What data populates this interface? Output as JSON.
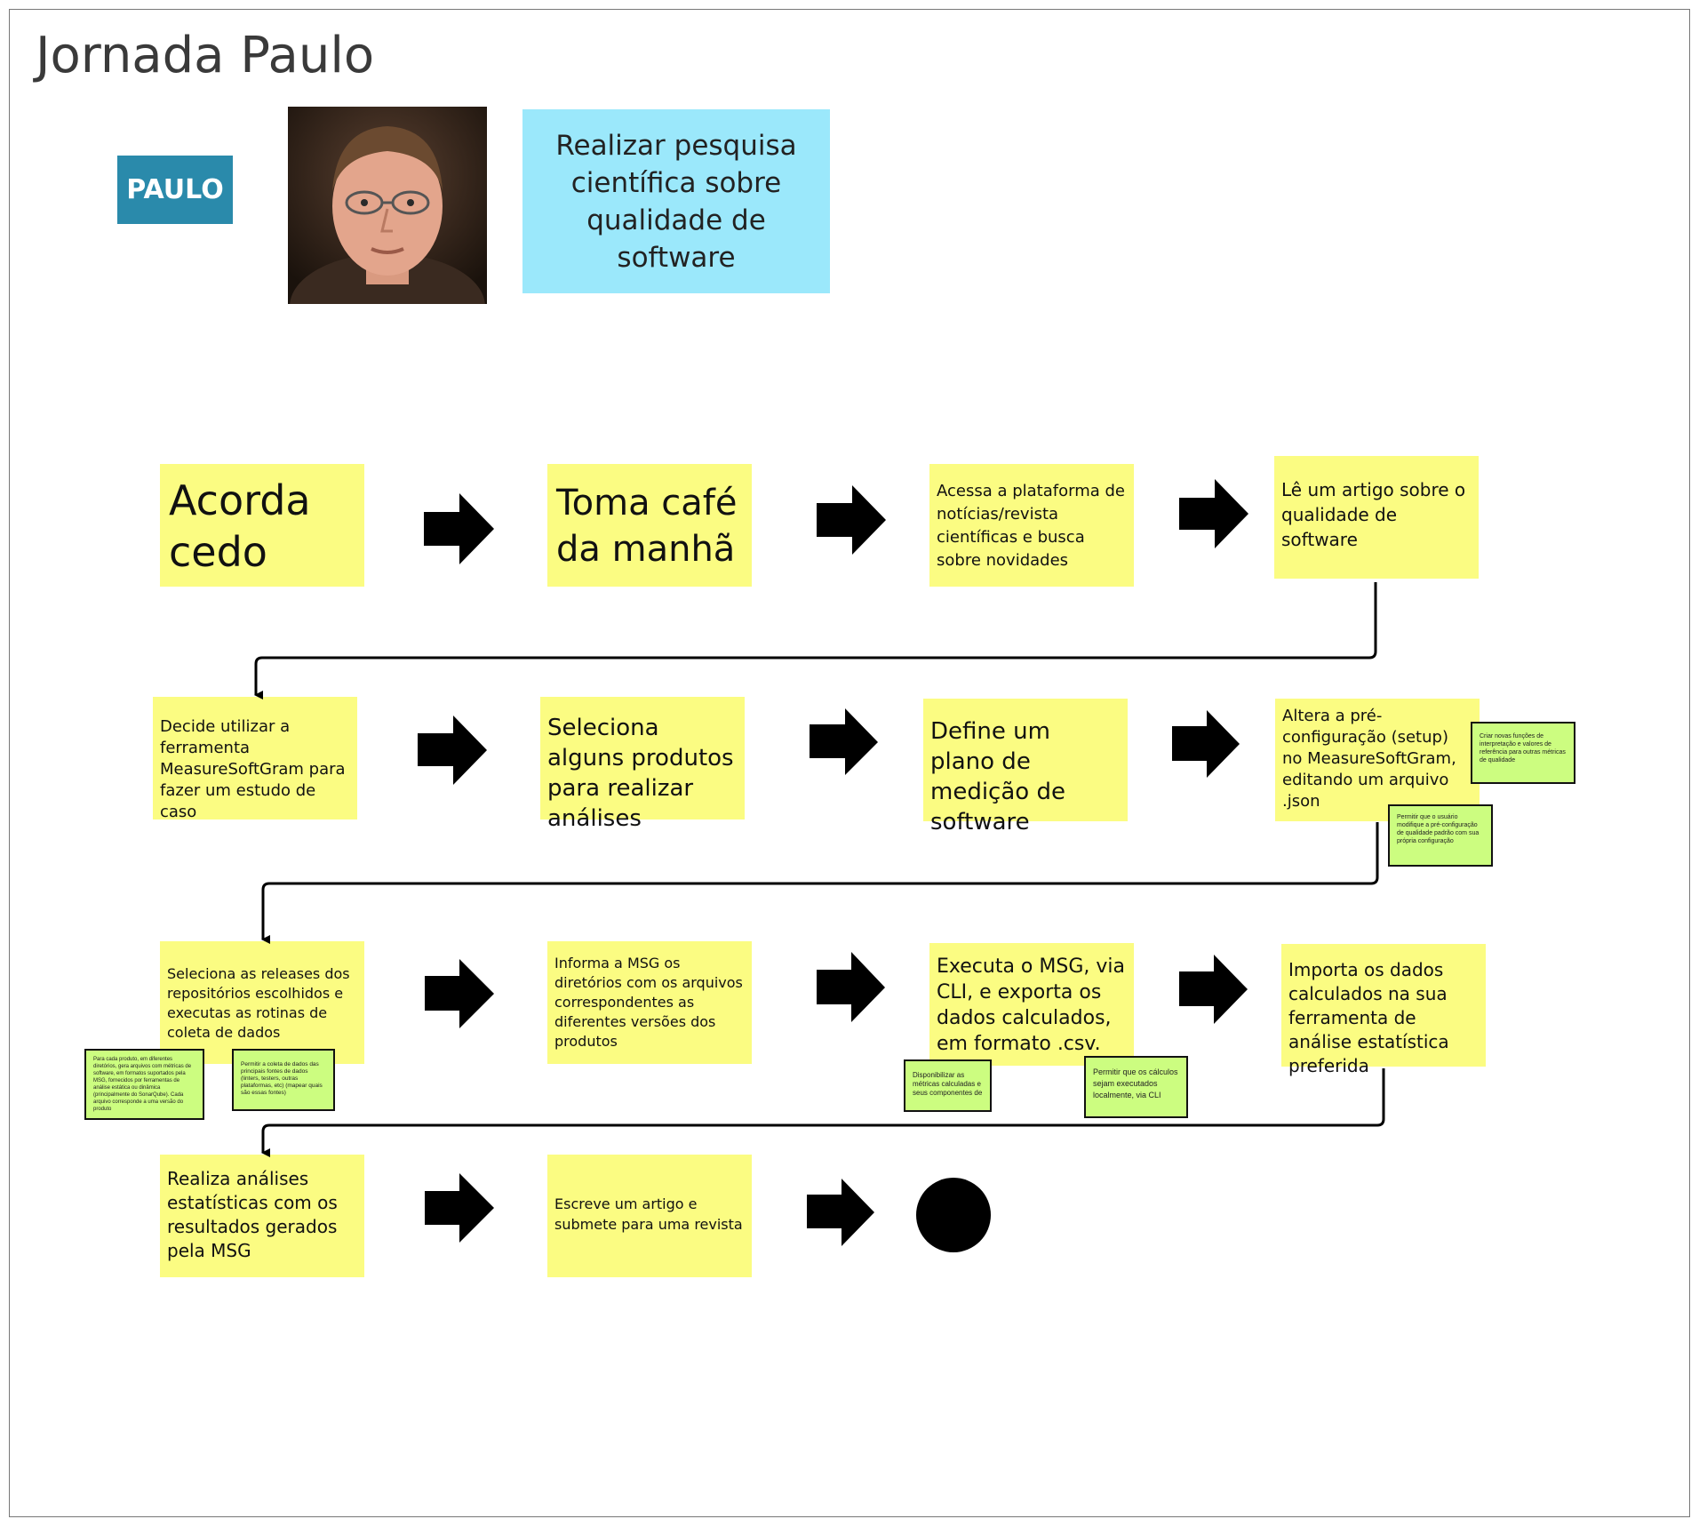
{
  "title": "Jornada Paulo",
  "persona": {
    "badge": "PAULO",
    "goal": "Realizar pesquisa científica sobre qualidade de software"
  },
  "steps": [
    "Acorda cedo",
    "Toma café da manhã",
    "Acessa a plataforma de notícias/revista científicas e busca sobre novidades",
    "Lê um artigo sobre o qualidade de software",
    "Decide utilizar a ferramenta MeasureSoftGram para fazer um estudo de caso",
    "Seleciona alguns produtos para realizar análises",
    "Define um plano de medição de software",
    "Altera a pré-configuração (setup) no MeasureSoftGram, editando um arquivo .json",
    "Seleciona as releases dos repositórios escolhidos e executas as rotinas de coleta de dados",
    "Informa a MSG os diretórios com os arquivos correspondentes as diferentes versões dos produtos",
    "Executa o MSG, via CLI, e exporta os dados calculados, em formato .csv.",
    "Importa os dados calculados na sua ferramenta de análise estatística preferida",
    "Realiza análises estatísticas com os resultados gerados pela MSG",
    "Escreve um artigo e submete para uma revista"
  ],
  "notes": [
    "Criar novas funções de interpretação e valores de referência para outras métricas de qualidade",
    "Permitir que o usuário modifique a pré-configuração de qualidade padrão com sua própria configuração",
    "Para cada produto, em diferentes diretórios, gera arquivos com métricas de software, em formatos suportados pela MSG, fornecidos por ferramentas de análise estática ou dinâmica (principalmente do SonarQube). Cada arquivo corresponde a uma versão do produto",
    "Permitir a coleta de dados das principais fontes de dados (linters, testers, outras plataformas, etc) (mapear quais são essas fontes)",
    "Disponibilizar as métricas calculadas e seus componentes de",
    "Permitir que os cálculos sejam executados localmente, via CLI"
  ],
  "colors": {
    "sticky": "#fbfc82",
    "note": "#ccfd80",
    "goal": "#9be8fb",
    "badge": "#2a8aab",
    "arrow": "#000000"
  }
}
